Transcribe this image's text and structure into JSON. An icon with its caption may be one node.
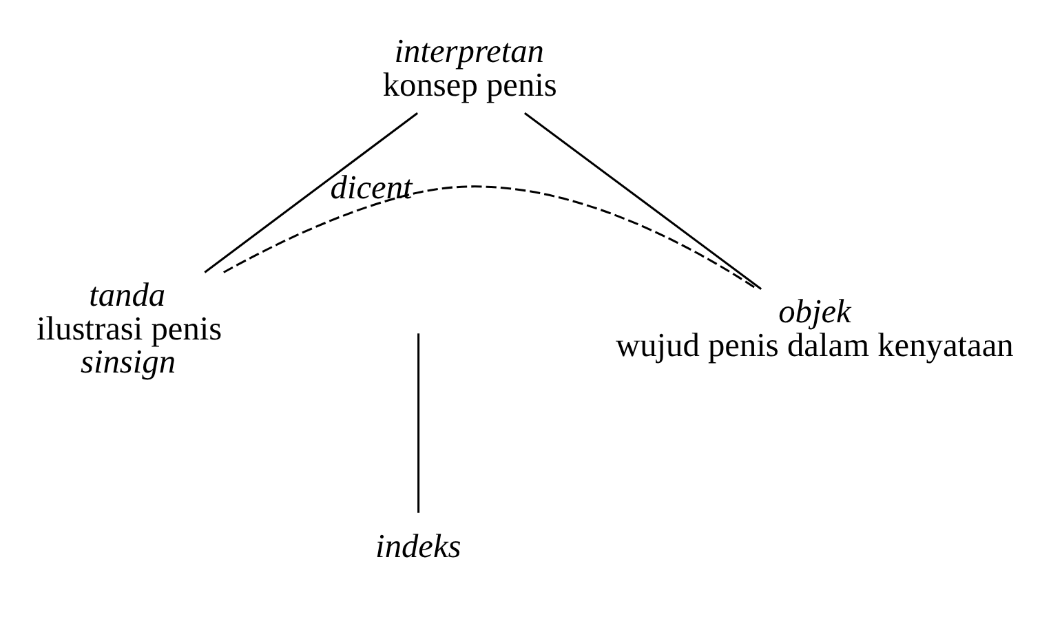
{
  "diagram": {
    "nodes": [
      {
        "text": [
          "interpretan",
          "konsep penis"
        ]
      },
      {
        "text": [
          "tanda",
          "ilustrasi penis",
          "sinsign"
        ]
      },
      {
        "text": [
          "objek",
          "wujud penis dalam kenyataan"
        ]
      },
      {
        "text": [
          "indeks"
        ]
      }
    ],
    "edges": [
      {
        "from": 1,
        "to": 0,
        "arrow": "none",
        "label": "dicent"
      },
      {
        "from": 0,
        "to": 2,
        "arrow": "none"
      },
      {
        "from": 1,
        "to": 2,
        "arrow": "none",
        "style": "dashed"
      },
      {
        "from": null,
        "to": 3,
        "arrow": "none"
      }
    ]
  }
}
